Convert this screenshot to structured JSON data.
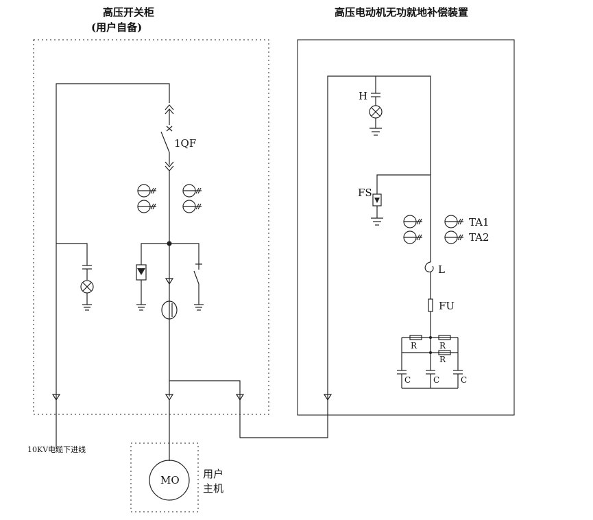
{
  "panels": {
    "switchgear_title": "高压开关柜",
    "switchgear_subtitle": "(用户自备)",
    "compensator_title": "高压电动机无功就地补偿装置"
  },
  "labels": {
    "breaker": "1QF",
    "indicator": "H",
    "arrester": "FS",
    "ct1": "TA1",
    "ct2": "TA2",
    "reactor": "L",
    "fuse": "FU",
    "resistor": "R",
    "capacitor": "C",
    "incoming_cable": "10KV电缆下进线",
    "motor": "MO",
    "user_machine_line1": "用户",
    "user_machine_line2": "主机"
  },
  "colors": {
    "line": "#222222",
    "background": "#ffffff"
  }
}
